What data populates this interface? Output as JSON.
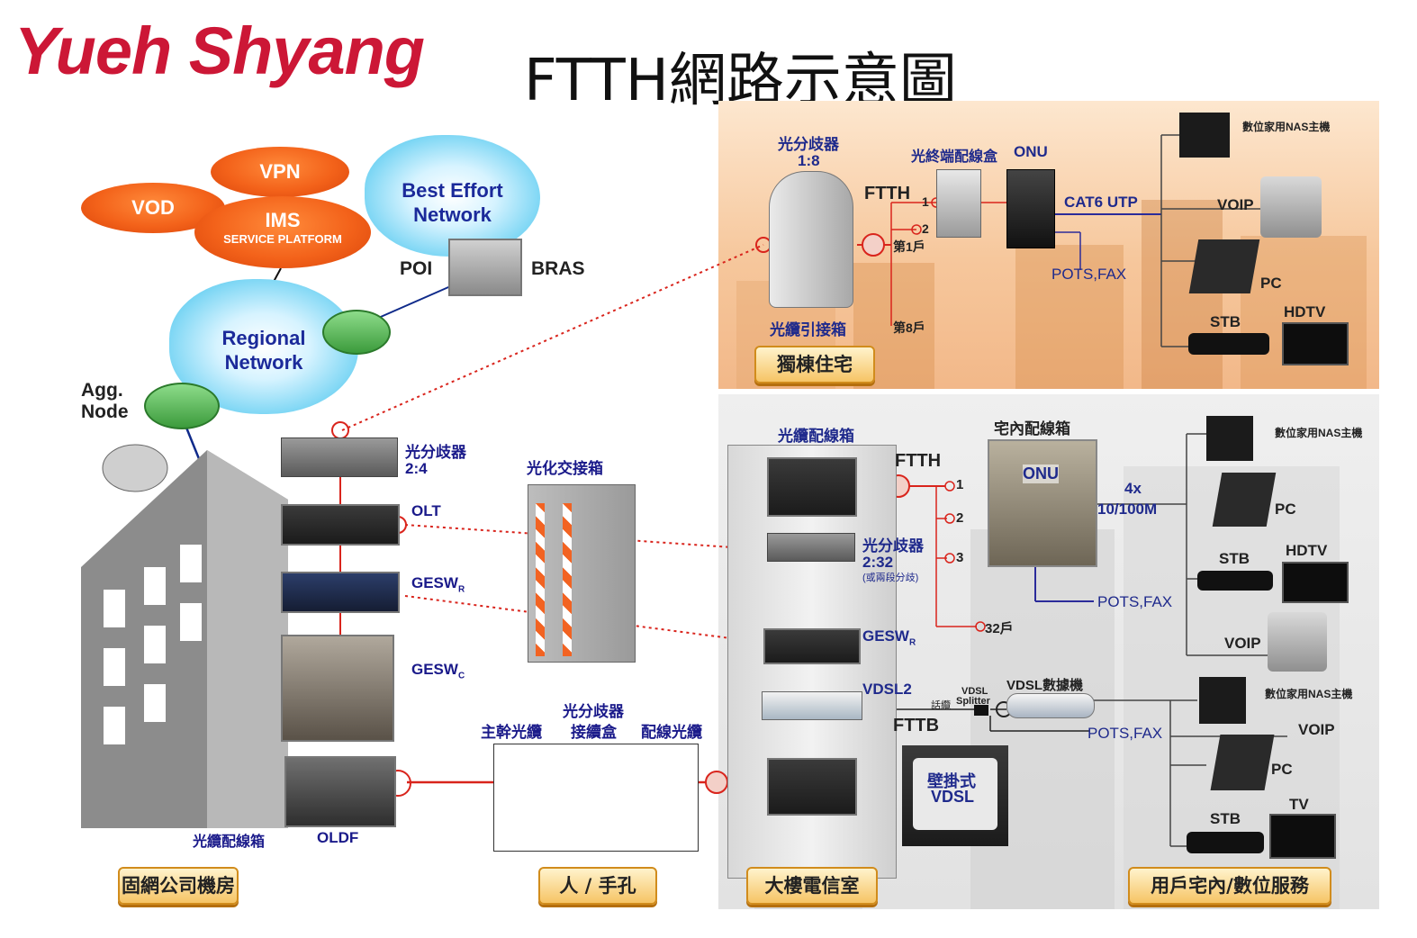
{
  "header": {
    "brand": "Yueh Shyang",
    "title": "FTTH網路示意圖"
  },
  "services": {
    "vpn": "VPN",
    "vod": "VOD",
    "ims": "IMS",
    "ims_sub": "SERVICE PLATFORM"
  },
  "clouds": {
    "best_effort": "Best Effort Network",
    "regional": "Regional Network"
  },
  "core": {
    "poi": "POI",
    "bras": "BRAS",
    "agg_node": "Agg. Node"
  },
  "central_office": {
    "splitter": "光分歧器",
    "splitter_ratio": "2:4",
    "olt": "OLT",
    "gesw_r": "GESW",
    "gesw_r_sub": "R",
    "gesw_c": "GESW",
    "gesw_c_sub": "C",
    "fiber_box": "光纜配線箱",
    "oldf": "OLDF",
    "tag": "固網公司機房"
  },
  "cabinet": {
    "label": "光化交接箱"
  },
  "manhole": {
    "splitter_box_line1": "光分歧器",
    "splitter_box_line2": "接續盒",
    "trunk": "主幹光纜",
    "dist": "配線光纜",
    "tag": "人 / 手孔"
  },
  "single_house": {
    "splitter": "光分歧器",
    "splitter_ratio": "1:8",
    "ftth": "FTTH",
    "terminal_box": "光終端配線盒",
    "onu": "ONU",
    "cat6": "CAT6 UTP",
    "port1": "1",
    "port2": "2",
    "household1": "第1戶",
    "household8": "第8戶",
    "splice_box": "光纜引接箱",
    "pots_fax": "POTS,FAX",
    "nas": "數位家用NAS主機",
    "voip": "VOIP",
    "pc": "PC",
    "stb": "STB",
    "hdtv": "HDTV",
    "tag": "獨棟住宅"
  },
  "building": {
    "fiber_box": "光纜配線箱",
    "ftth": "FTTH",
    "p1": "1",
    "p2": "2",
    "p3": "3",
    "p32": "32戶",
    "splitter": "光分歧器",
    "splitter_ratio": "2:32",
    "splitter_note": "(或兩段分歧)",
    "gesw": "GESW",
    "gesw_sub": "R",
    "vdsl2": "VDSL2",
    "fttb": "FTTB",
    "phone": "話纜",
    "vdsl_splitter_1": "VDSL",
    "vdsl_splitter_2": "Splitter",
    "wall_vdsl_1": "壁掛式",
    "wall_vdsl_2": "VDSL",
    "home_box": "宅內配線箱",
    "onu": "ONU",
    "speed_1": "4x",
    "speed_2": "10/100M",
    "pots_fax": "POTS,FAX",
    "vdsl_modem": "VDSL數據機",
    "pots_fax2": "POTS,FAX",
    "tag": "大樓電信室"
  },
  "home_services": {
    "nas1": "數位家用NAS主機",
    "pc1": "PC",
    "stb1": "STB",
    "hdtv1": "HDTV",
    "voip1": "VOIP",
    "nas2": "數位家用NAS主機",
    "voip2": "VOIP",
    "pc2": "PC",
    "stb2": "STB",
    "tv2": "TV",
    "tag": "用戶宅內/數位服務"
  },
  "colors": {
    "brand": "#cc1736",
    "fiber": "#d9241c",
    "copper": "#2b2b9a",
    "link": "#0f2a8a"
  }
}
